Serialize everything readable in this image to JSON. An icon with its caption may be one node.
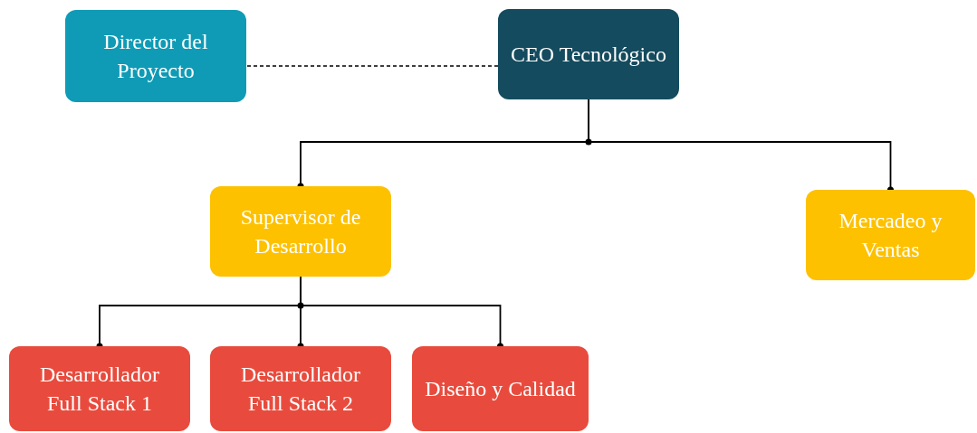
{
  "diagram": {
    "nodes": [
      {
        "text": [
          "Director del Proyecto"
        ]
      },
      {
        "text": [
          "CEO Tecnológico"
        ]
      },
      {
        "text": [
          "Supervisor de Desarrollo"
        ]
      },
      {
        "text": [
          "Mercadeo y Ventas"
        ]
      },
      {
        "text": [
          "Desarrollador Full Stack 1"
        ]
      },
      {
        "text": [
          "Desarrollador Full Stack 2"
        ]
      },
      {
        "text": [
          "Diseño y Calidad"
        ]
      }
    ],
    "edges": [
      {
        "from": 1,
        "to": 0,
        "arrow": "none",
        "style": "dashed"
      },
      {
        "from": 1,
        "to": 2,
        "arrow": "other"
      },
      {
        "from": 1,
        "to": 3,
        "arrow": "other"
      },
      {
        "from": 2,
        "to": 4,
        "arrow": "other"
      },
      {
        "from": 2,
        "to": 5,
        "arrow": "other"
      },
      {
        "from": 2,
        "to": 6,
        "arrow": "other"
      }
    ]
  }
}
